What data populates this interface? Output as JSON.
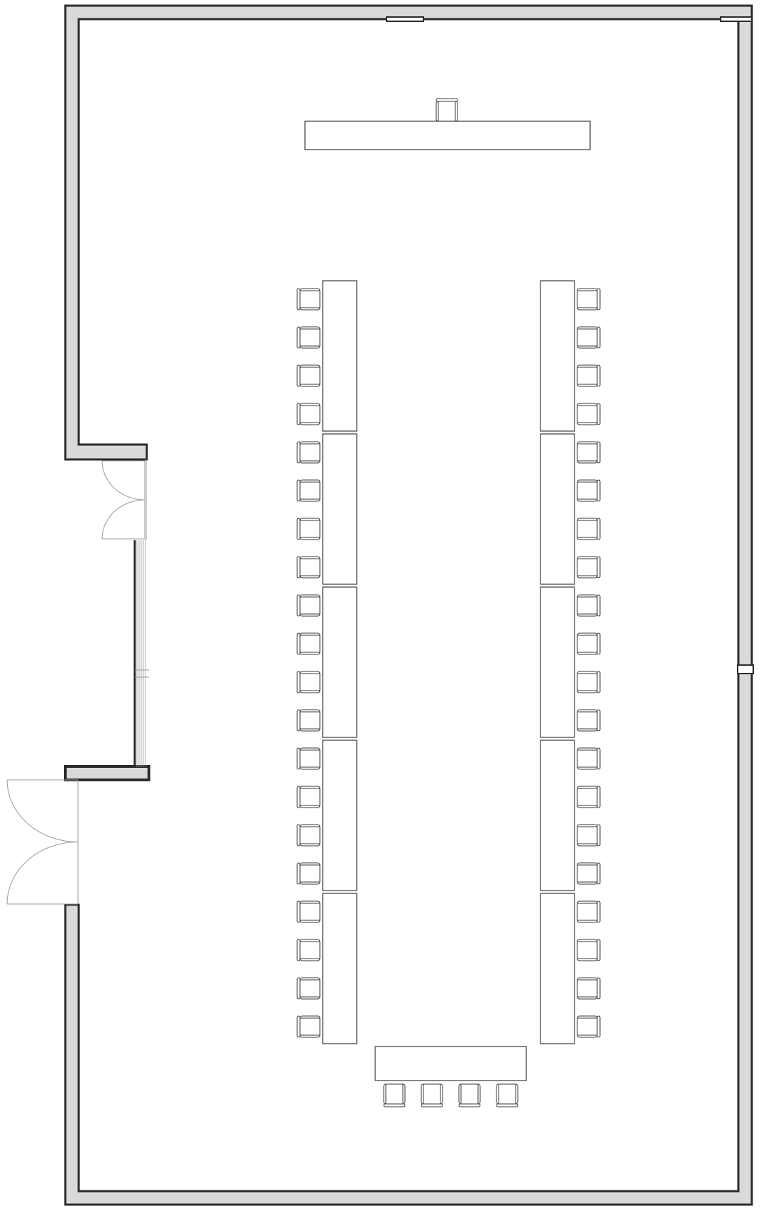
{
  "floorplan": {
    "layout_name": "U-shape",
    "colors": {
      "wall_fill": "#d9d9d9",
      "wall_stroke": "#2b2b2b",
      "furniture_stroke": "#3a3a3a",
      "door_stroke": "#9a9a9a",
      "background": "#ffffff"
    },
    "head_table": {
      "count": 1,
      "chairs": 1
    },
    "left_row": {
      "tables": 5,
      "chairs_per_table": 4
    },
    "right_row": {
      "tables": 5,
      "chairs_per_table": 4
    },
    "bottom_table": {
      "count": 1,
      "chairs": 4
    },
    "doors": [
      {
        "name": "double-door-west-upper",
        "leaves": 2
      },
      {
        "name": "double-door-west-lower",
        "leaves": 2
      }
    ]
  }
}
